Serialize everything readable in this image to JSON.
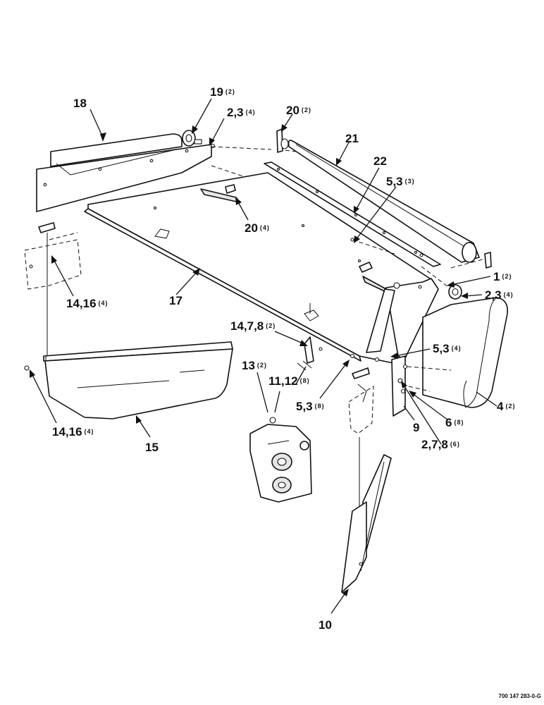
{
  "labels": {
    "l18": {
      "num": "18",
      "qty": ""
    },
    "l19": {
      "num": "19",
      "qty": "(2)"
    },
    "l23a": {
      "num": "2,3",
      "qty": "(4)"
    },
    "l20a": {
      "num": "20",
      "qty": "(2)"
    },
    "l21": {
      "num": "21",
      "qty": ""
    },
    "l22": {
      "num": "22",
      "qty": ""
    },
    "l53a": {
      "num": "5,3",
      "qty": "(3)"
    },
    "l20b": {
      "num": "20",
      "qty": "(4)"
    },
    "l1": {
      "num": "1",
      "qty": "(2)"
    },
    "l23b": {
      "num": "2,3",
      "qty": "(4)"
    },
    "l1416a": {
      "num": "14,16",
      "qty": "(4)"
    },
    "l17": {
      "num": "17",
      "qty": ""
    },
    "l1478": {
      "num": "14,7,8",
      "qty": "(2)"
    },
    "l53b": {
      "num": "5,3",
      "qty": "(4)"
    },
    "l13": {
      "num": "13",
      "qty": "(2)"
    },
    "l1112": {
      "num": "11,12",
      "qty": "(8)"
    },
    "l4": {
      "num": "4",
      "qty": "(2)"
    },
    "l53c": {
      "num": "5,3",
      "qty": "(8)"
    },
    "l6": {
      "num": "6",
      "qty": "(8)"
    },
    "l9": {
      "num": "9",
      "qty": ""
    },
    "l278": {
      "num": "2,7,8",
      "qty": "(6)"
    },
    "l1416b": {
      "num": "14,16",
      "qty": "(4)"
    },
    "l15": {
      "num": "15",
      "qty": ""
    },
    "l10": {
      "num": "10",
      "qty": ""
    }
  },
  "figure_ref": "700 147 283-0-G"
}
